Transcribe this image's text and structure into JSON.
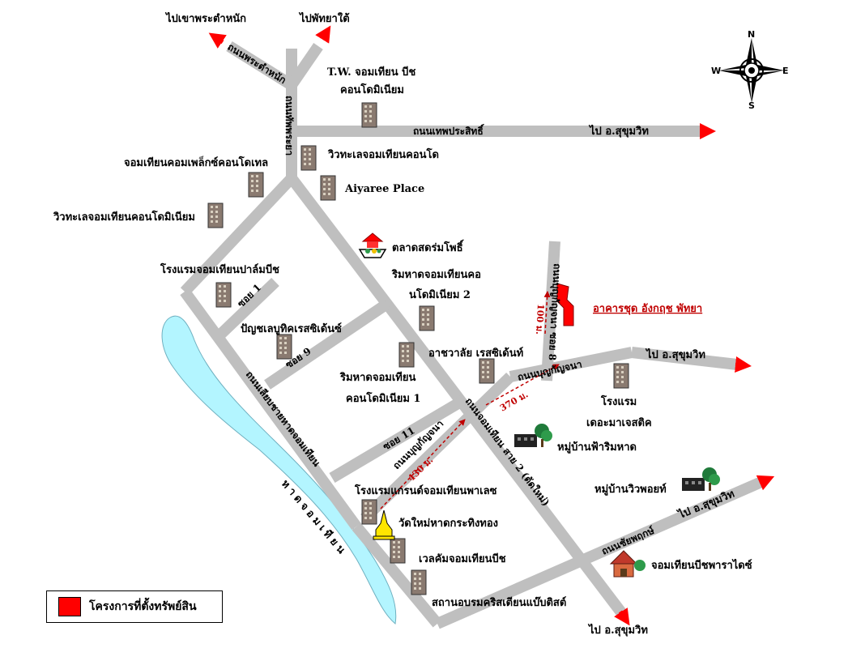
{
  "colors": {
    "road": "#bfbfbf",
    "arrow": "#ff0000",
    "beach": "#b3f5ff",
    "target": "#ff0000",
    "distance": "#c00000"
  },
  "destinations": {
    "to_khao_phra_tamnak": "ไปเขาพระตำหนัก",
    "to_south_pattaya": "ไปพัทยาใต้",
    "to_sukhumvit_1": "ไป อ.สุขุมวิท",
    "to_sukhumvit_2": "ไป อ.สุขุมวิท",
    "to_sukhumvit_3": "ไป อ.สุขุมวิท",
    "to_sukhumvit_4": "ไป อ.สุขุมวิท"
  },
  "roads": {
    "phra_tamnak": "ถนนพระตำหนัก",
    "road_left_top": "ถนนทัพพระยา",
    "thepprasit": "ถนนเทพประสิทธิ์",
    "beach_road": "ถนนเลียบชายหาดจอมเทียน",
    "jomtien2": "ถนนจอมเทียน สาย 2 (ตัดใหม่)",
    "boonkanjana_1": "ถนนบุญกัญจนา",
    "boonkanjana_2": "ถนนบุญกัญจนา",
    "chaiyapruek": "ถนนชัยพฤกษ์",
    "soi_1": "ซอย 1",
    "soi_9": "ซอย 9",
    "soi_11": "ซอย 11",
    "soi_8": "ซอย 8",
    "soi_8_road": "ถนนบุญกัญจนา ซอย 8"
  },
  "places": {
    "tw_jomtien": "T.W. จอมเทียน บีช",
    "tw_jomtien_2": "คอนโดมิเนียม",
    "viewtalay_condo": "วิวทะเลจอมเทียนคอนโด",
    "jomtien_complex": "จอมเทียนคอมเพล็กซ์คอนโดเทล",
    "aiyaree": "Aiyaree Place",
    "viewtalay_condominium": "วิวทะเลจอมเทียนคอนโดมิเนียม",
    "market": "ตลาดสดร่มโพธิ์",
    "palm_beach": "โรงแรมจอมเทียนปาล์มบีช",
    "rimhat_2a": "ริมหาดจอมเทียนคอ",
    "rimhat_2b": "นโดมิเนียม 2",
    "panya": "ปัญชเลบูทิคเรสซิเด้นซ์",
    "arcawalai": "อาชวาลัย เรสซิเด้นท์",
    "rimhat_1a": "ริมหาดจอมเทียน",
    "rimhat_1b": "คอนโดมิเนียม 1",
    "majestic_a": "โรงแรม",
    "majestic_b": "เดอะมาเจสติค",
    "village_fa": "หมู่บ้านฟ้าริมหาด",
    "grand_hotel": "โรงแรมแกรนด์จอมเทียนพาเลซ",
    "wat": "วัดใหม่หาดกระทิงทอง",
    "village_view": "หมู่บ้านวิวพอยท์",
    "welcome": "เวลคัมจอมเทียนบีช",
    "paradise": "จอมเทียนบีชพาราไดซ์",
    "christian": "สถานอบรมคริสเตียนแบ๊บติสต์"
  },
  "beach_label": "หาดจอมเทียน",
  "target": {
    "label": "อาคารชุด อังกฤช พัทยา"
  },
  "distances": {
    "d100": "100 ม.",
    "d370": "370 ม.",
    "d430": "430 ม."
  },
  "compass": {
    "n": "N",
    "s": "S",
    "e": "E",
    "w": "W"
  },
  "legend": {
    "label": "โครงการที่ตั้งทรัพย์สิน"
  }
}
